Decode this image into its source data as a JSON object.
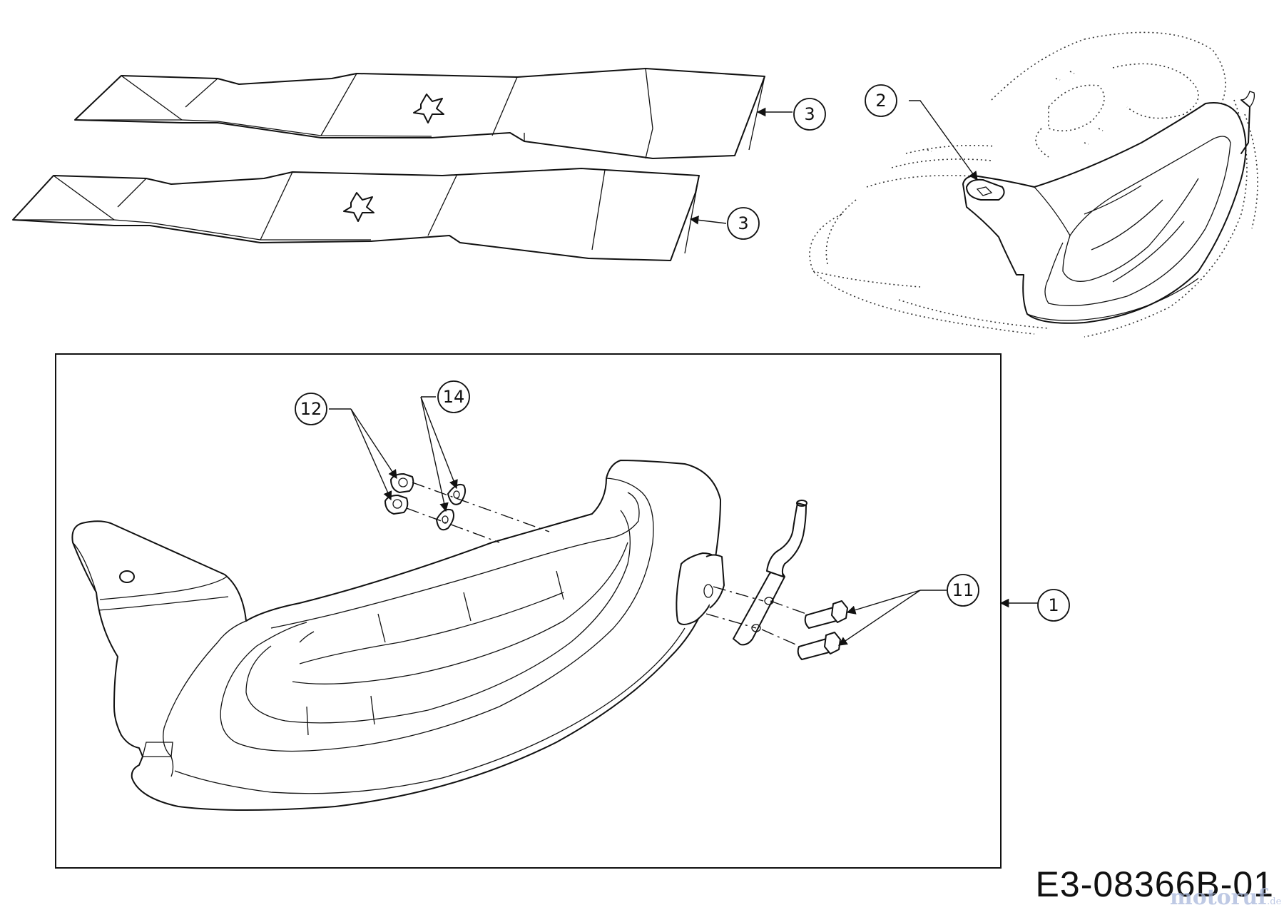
{
  "drawing_code": "E3-08366B-01",
  "watermark": {
    "name": "motoruf",
    "tld": ".de"
  },
  "callouts": [
    {
      "id": "callout-1",
      "label": "1"
    },
    {
      "id": "callout-2",
      "label": "2"
    },
    {
      "id": "callout-3a",
      "label": "3"
    },
    {
      "id": "callout-3b",
      "label": "3"
    },
    {
      "id": "callout-11",
      "label": "11"
    },
    {
      "id": "callout-12",
      "label": "12"
    },
    {
      "id": "callout-14",
      "label": "14"
    }
  ]
}
